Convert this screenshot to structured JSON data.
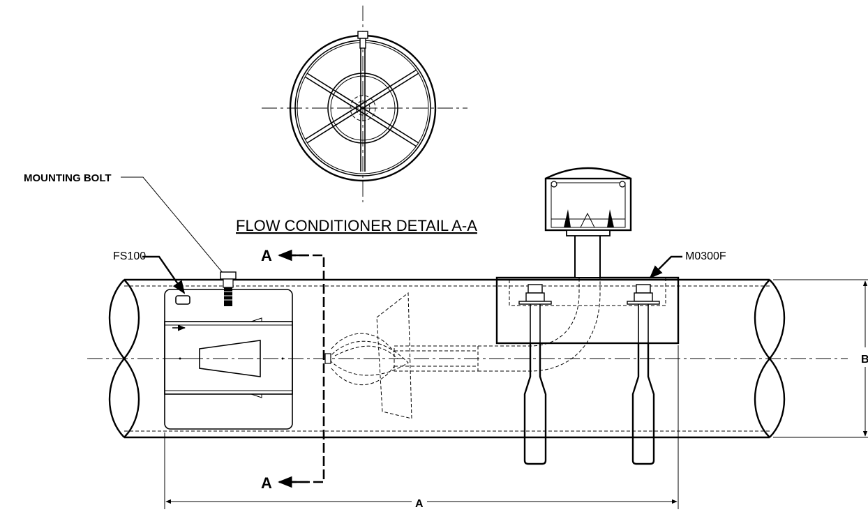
{
  "labels": {
    "mounting_bolt": "MOUNTING BOLT",
    "detail_title": "FLOW CONDITIONER DETAIL A-A",
    "fs100": "FS100",
    "m0300f": "M0300F",
    "section_top": "A",
    "section_bottom": "A",
    "dim_a": "A",
    "dim_b": "B"
  }
}
